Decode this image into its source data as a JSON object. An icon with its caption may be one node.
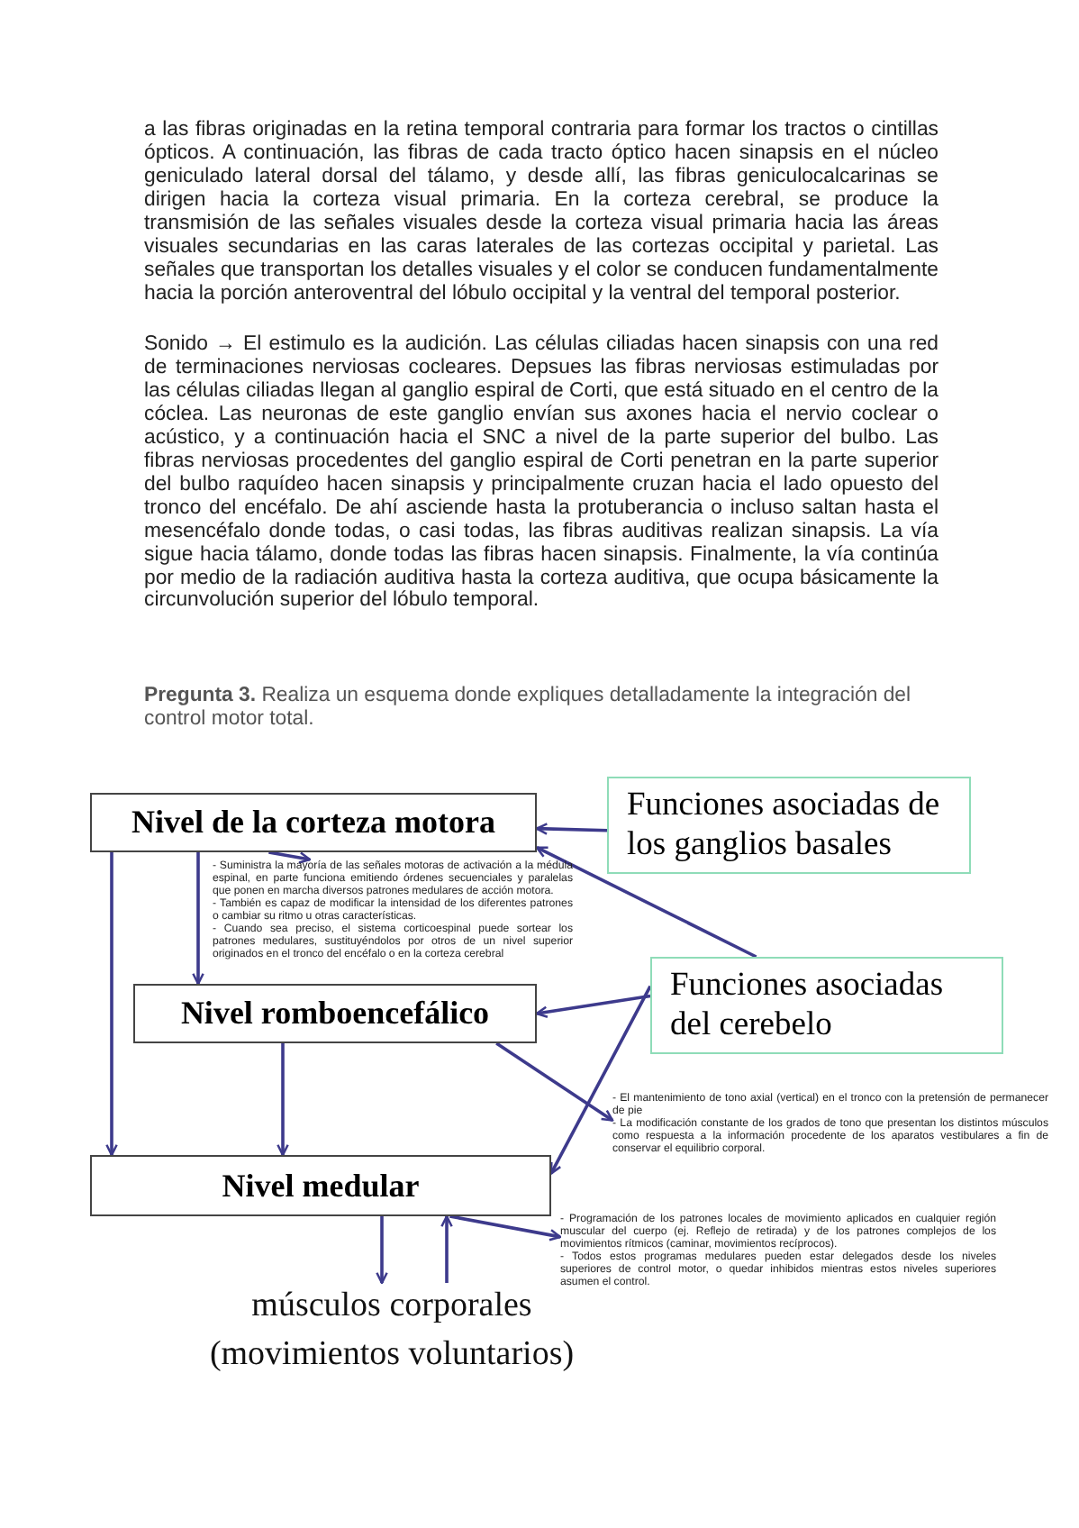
{
  "diagram": {
    "nodes": [
      {
        "text": [
          "Nivel de la corteza motora"
        ]
      },
      {
        "text": [
          "Funciones asociadas de los ganglios basales"
        ]
      },
      {
        "text": [
          "Nivel romboencefálico"
        ]
      },
      {
        "text": [
          "Funciones asociadas del cerebelo"
        ]
      },
      {
        "text": [
          "Nivel medular"
        ]
      },
      {
        "text": [
          "- Suministra la mayoría de las señales motoras de activación a la médula espinal, en parte funciona emitiendo órdenes secuenciales y paralelas que ponen en marcha diversos patrones medulares de acción motora.",
          "- También es capaz de modificar la intensidad de los diferentes patrones o cambiar su ritmo u otras características.",
          "- Cuando sea preciso, el sistema corticoespinal puede sortear los patrones medulares, sustituyéndolos por otros de un nivel superior originados en el tronco del encéfalo o en la corteza cerebral"
        ]
      },
      {
        "text": [
          "- El mantenimiento de tono axial (vertical) en el tronco con la pretensión de permanecer de pie",
          "- La modificación constante de los grados de tono que presentan los distintos músculos como respuesta a la información procedente de los aparatos vestibulares a fin de conservar el equilibrio corporal."
        ]
      },
      {
        "text": [
          "- Programación de los patrones locales de movimiento aplicados en cualquier región muscular del cuerpo (ej. Reflejo de retirada) y de los patrones complejos de los movimientos rítmicos (caminar, movimientos recíprocos).",
          "- Todos estos programas medulares pueden estar delegados desde los niveles superiores de control motor, o quedar inhibidos mientras estos niveles superiores asumen el control."
        ]
      },
      {
        "text": [
          "músculos corporales (movimientos voluntarios)"
        ]
      }
    ],
    "edges": [
      {
        "from": 1,
        "to": 0,
        "arrow": "to"
      },
      {
        "from": 0,
        "to": 5,
        "arrow": "to"
      },
      {
        "from": 3,
        "to": 0,
        "arrow": "to"
      },
      {
        "from": 3,
        "to": 2,
        "arrow": "to"
      },
      {
        "from": 3,
        "to": 4,
        "arrow": "to"
      },
      {
        "from": 0,
        "to": 2,
        "arrow": "to"
      },
      {
        "from": 0,
        "to": 4,
        "arrow": "to"
      },
      {
        "from": 2,
        "to": 4,
        "arrow": "to"
      },
      {
        "from": 2,
        "to": 6,
        "arrow": "to"
      },
      {
        "from": 4,
        "to": 7,
        "arrow": "to"
      },
      {
        "from": 4,
        "to": 8,
        "arrow": "to"
      },
      {
        "from": 8,
        "to": 4,
        "arrow": "to"
      }
    ],
    "labels": [
      "a las fibras originadas en la retina temporal contraria para formar los tractos o cintillas ópticos. A continuación, las fibras de cada tracto óptico hacen sinapsis en el núcleo geniculado lateral dorsal del tálamo, y desde allí, las fibras geniculocalcarinas se dirigen hacia la corteza visual primaria. En la corteza cerebral, se produce la transmisión de las señales visuales desde la corteza visual primaria hacia las áreas visuales secundarias en las caras laterales de las cortezas occipital y parietal. Las señales que transportan los detalles visuales y el color se conducen fundamentalmente hacia la porción anteroventral del lóbulo occipital y la ventral del temporal posterior.",
      "Sonido → El estimulo es la audición. Las células ciliadas hacen sinapsis con una red de terminaciones nerviosas cocleares. Depsues las fibras nerviosas estimuladas por las células ciliadas llegan al ganglio espiral de Corti, que está situado en el centro de la cóclea. Las neuronas de este ganglio envían sus axones hacia el nervio coclear o acústico, y a continuación hacia el SNC a nivel de la parte superior del bulbo. Las fibras nerviosas procedentes del ganglio espiral de Corti penetran en la parte superior del bulbo raquídeo hacen sinapsis y principalmente cruzan hacia el lado opuesto del tronco del encéfalo. De ahí asciende hasta la protuberancia o incluso saltan hasta el mesencéfalo donde todas, o casi todas, las fibras auditivas realizan sinapsis. La vía sigue hacia tálamo, donde todas las fibras hacen sinapsis. Finalmente, la vía continúa por medio de la radiación auditiva hasta la corteza auditiva, que ocupa básicamente la circunvolución superior del lóbulo temporal.",
      "**Pregunta 3.** Realiza un esquema donde expliques detalladamente la integración del control motor total."
    ]
  }
}
